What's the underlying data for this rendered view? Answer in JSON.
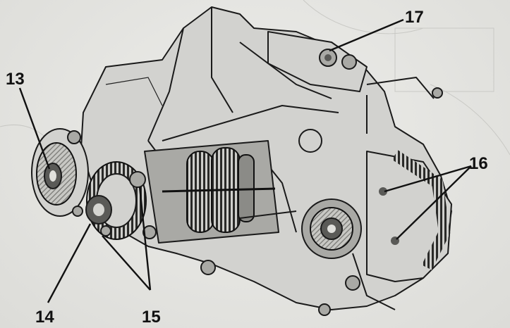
{
  "callouts": {
    "c13": "13",
    "c14": "14",
    "c15": "15",
    "c16": "16",
    "c17": "17"
  }
}
